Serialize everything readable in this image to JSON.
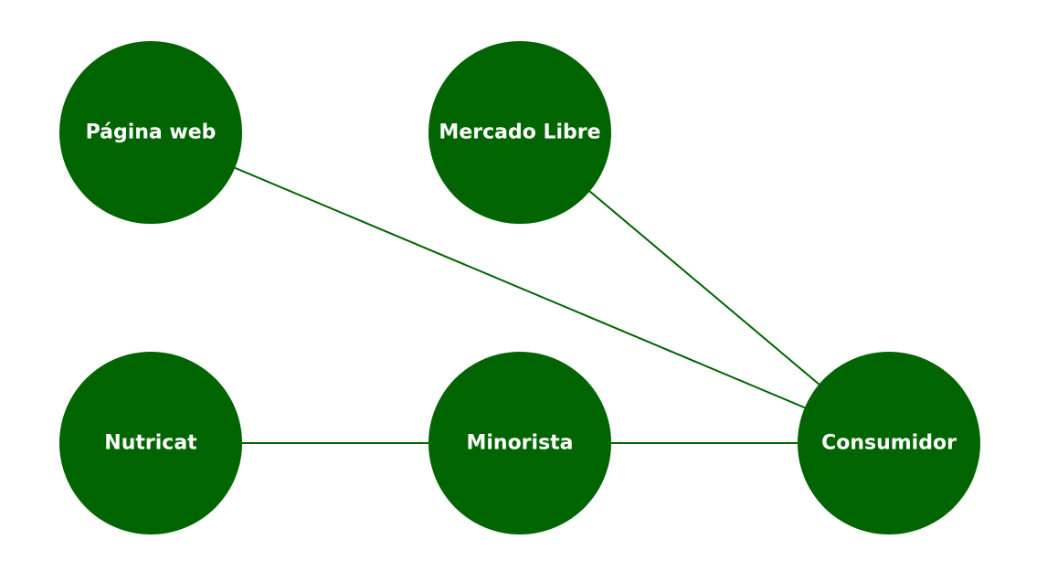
{
  "diagram": {
    "node_color": "#006400",
    "edge_color": "#006400",
    "label_color": "#ffffff",
    "nodes": [
      {
        "id": "pagina",
        "label": "Página web"
      },
      {
        "id": "mercado",
        "label": "Mercado Libre"
      },
      {
        "id": "nutricat",
        "label": "Nutricat"
      },
      {
        "id": "minorista",
        "label": "Minorista"
      },
      {
        "id": "consumidor",
        "label": "Consumidor"
      }
    ],
    "edges": [
      {
        "from": "pagina",
        "to": "consumidor"
      },
      {
        "from": "mercado",
        "to": "consumidor"
      },
      {
        "from": "nutricat",
        "to": "minorista"
      },
      {
        "from": "minorista",
        "to": "consumidor"
      }
    ]
  }
}
